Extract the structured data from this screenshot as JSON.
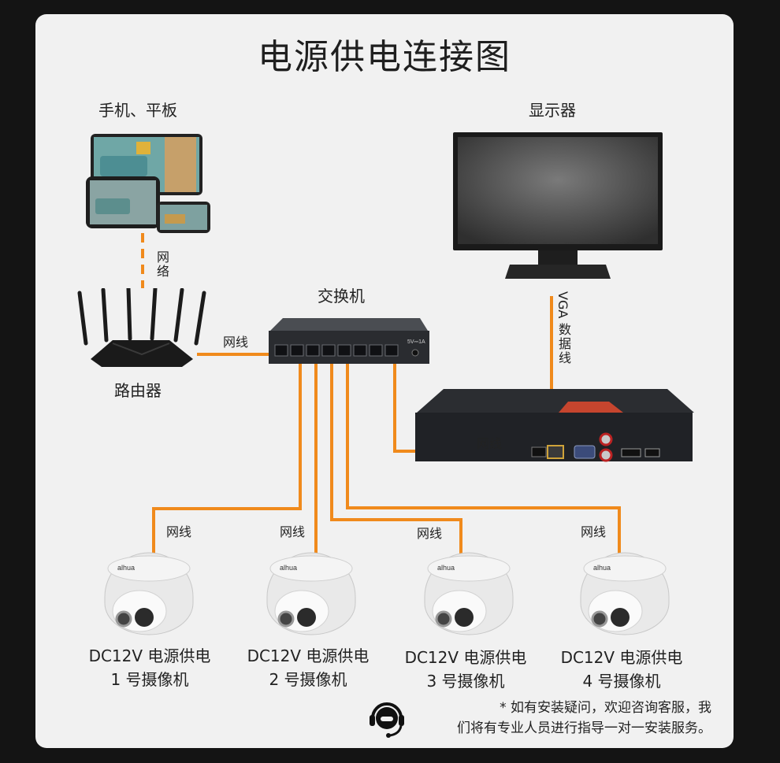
{
  "title": "电源供电连接图",
  "phone_tablet_label": "手机、平板",
  "network_vertical": [
    "网",
    "络"
  ],
  "router_label": "路由器",
  "switch_label": "交换机",
  "monitor_label": "显示器",
  "vga_label": "VGA",
  "vga_vertical": [
    "数",
    "据",
    "线"
  ],
  "cable_label": "网线",
  "switch_port_text": "5V⎓1A",
  "cameras": [
    {
      "power": "DC12V 电源供电",
      "name": "1 号摄像机"
    },
    {
      "power": "DC12V 电源供电",
      "name": "2 号摄像机"
    },
    {
      "power": "DC12V 电源供电",
      "name": "3 号摄像机"
    },
    {
      "power": "DC12V 电源供电",
      "name": "4 号摄像机"
    }
  ],
  "camera_brand": "alhua",
  "note_line1": "* 如有安装疑问，欢迎咨询客服，我",
  "note_line2": "们将有专业人员进行指导一对一安装服务。",
  "colors": {
    "cable": "#f08a1c",
    "background": "#141414",
    "panel": "#f1f1f1"
  }
}
